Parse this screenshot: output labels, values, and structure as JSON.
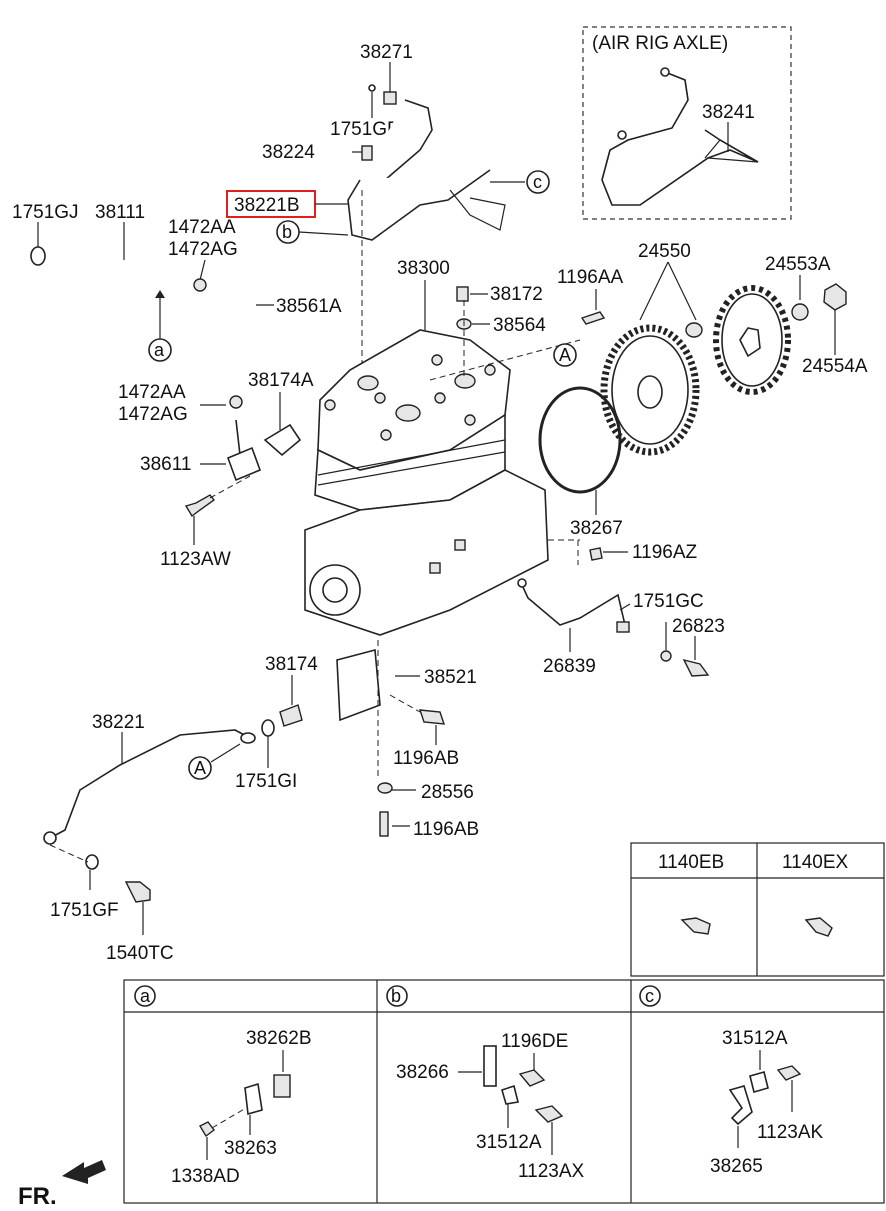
{
  "inset": {
    "title": "(AIR RIG AXLE)",
    "part": "38241"
  },
  "highlight": "38221B",
  "labels": {
    "l38271": "38271",
    "l1751GE": "1751GE",
    "l38224": "38224",
    "l38221B": "38221B",
    "l1751GJ": "1751GJ",
    "l38111": "38111",
    "l1472AA_top": "1472AA",
    "l1472AG_top": "1472AG",
    "l38561A": "38561A",
    "l38300": "38300",
    "l38172": "38172",
    "l1196AA": "1196AA",
    "l38564": "38564",
    "l24550": "24550",
    "l24553A": "24553A",
    "l24554A": "24554A",
    "l1472AA_mid": "1472AA",
    "l1472AG_mid": "1472AG",
    "l38174A": "38174A",
    "l38611": "38611",
    "l1123AW": "1123AW",
    "l38267": "38267",
    "l1196AZ": "1196AZ",
    "l1751GC": "1751GC",
    "l26823": "26823",
    "l26839": "26839",
    "l38174": "38174",
    "l38521": "38521",
    "l38221": "38221",
    "l1196AB_a": "1196AB",
    "l1751GI": "1751GI",
    "l28556": "28556",
    "l1196AB_b": "1196AB",
    "l1751GF": "1751GF",
    "l1540TC": "1540TC"
  },
  "callouts": {
    "a": "a",
    "b": "b",
    "c": "c",
    "A": "A"
  },
  "bolt_table": {
    "col1": "1140EB",
    "col2": "1140EX"
  },
  "detail_table": {
    "a": {
      "key": "a",
      "parts": [
        "38262B",
        "38263",
        "1338AD"
      ]
    },
    "b": {
      "key": "b",
      "parts": [
        "1196DE",
        "38266",
        "31512A",
        "1123AX"
      ]
    },
    "c": {
      "key": "c",
      "parts": [
        "31512A",
        "1123AK",
        "38265"
      ]
    }
  },
  "direction": {
    "label": "FR."
  }
}
